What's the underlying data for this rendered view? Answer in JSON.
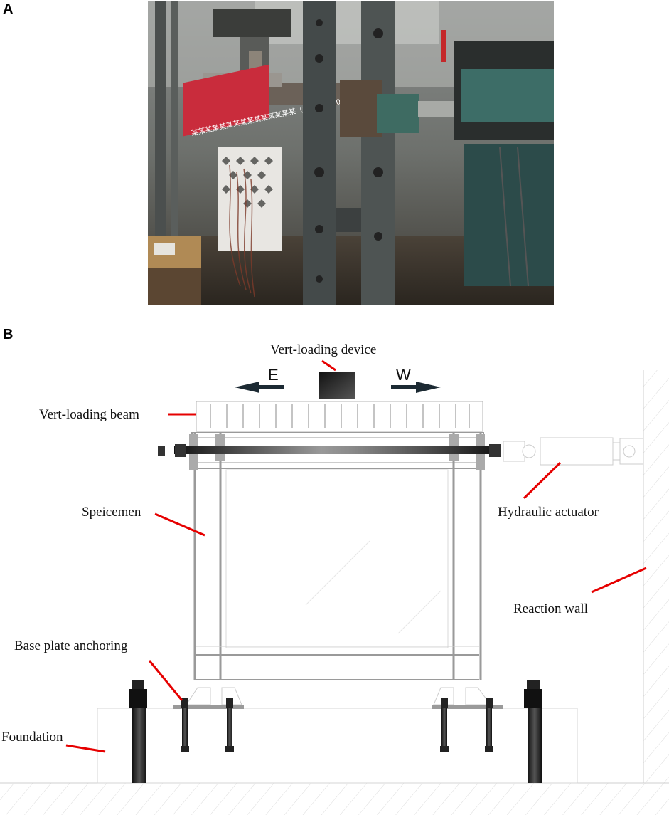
{
  "panels": {
    "a_letter": "A",
    "b_letter": "B"
  },
  "photo": {
    "banner_text": "某某某某某某某某某某某某某某某（2020SCJ00001）"
  },
  "diagram": {
    "labels": {
      "vert_loading_device": "Vert-loading device",
      "direction_e": "E",
      "direction_w": "W",
      "vert_loading_beam": "Vert-loading beam",
      "specimen": "Speicemen",
      "hydraulic_actuator": "Hydraulic actuator",
      "reaction_wall": "Reaction wall",
      "base_plate_anchoring": "Base plate anchoring",
      "foundation": "Foundation"
    },
    "colors": {
      "leader": "#e60000",
      "frame": "#999999",
      "arrow": "#1c2a33"
    }
  }
}
